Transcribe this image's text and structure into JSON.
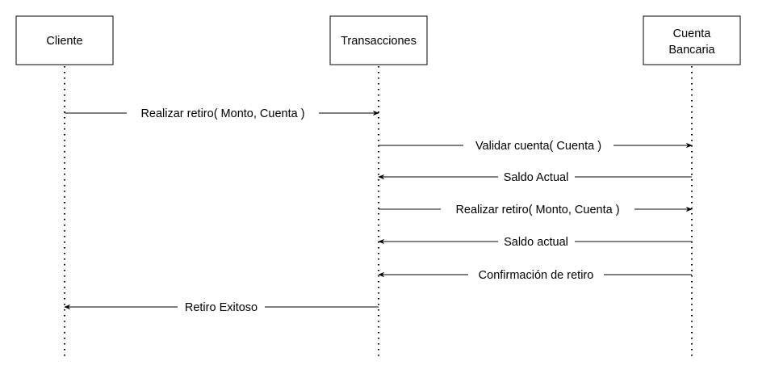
{
  "participants": [
    {
      "id": "cliente",
      "lines": [
        "Cliente"
      ]
    },
    {
      "id": "transacciones",
      "lines": [
        "Transacciones"
      ]
    },
    {
      "id": "cuenta",
      "lines": [
        "Cuenta",
        "Bancaria"
      ]
    }
  ],
  "messages": [
    {
      "from": "cliente",
      "to": "transacciones",
      "label": "Realizar retiro( Monto, Cuenta )"
    },
    {
      "from": "transacciones",
      "to": "cuenta",
      "label": "Validar cuenta( Cuenta )"
    },
    {
      "from": "cuenta",
      "to": "transacciones",
      "label": "Saldo Actual"
    },
    {
      "from": "transacciones",
      "to": "cuenta",
      "label": "Realizar retiro( Monto, Cuenta )"
    },
    {
      "from": "cuenta",
      "to": "transacciones",
      "label": "Saldo actual"
    },
    {
      "from": "cuenta",
      "to": "transacciones",
      "label": "Confirmación de retiro"
    },
    {
      "from": "transacciones",
      "to": "cliente",
      "label": "Retiro Exitoso"
    }
  ]
}
